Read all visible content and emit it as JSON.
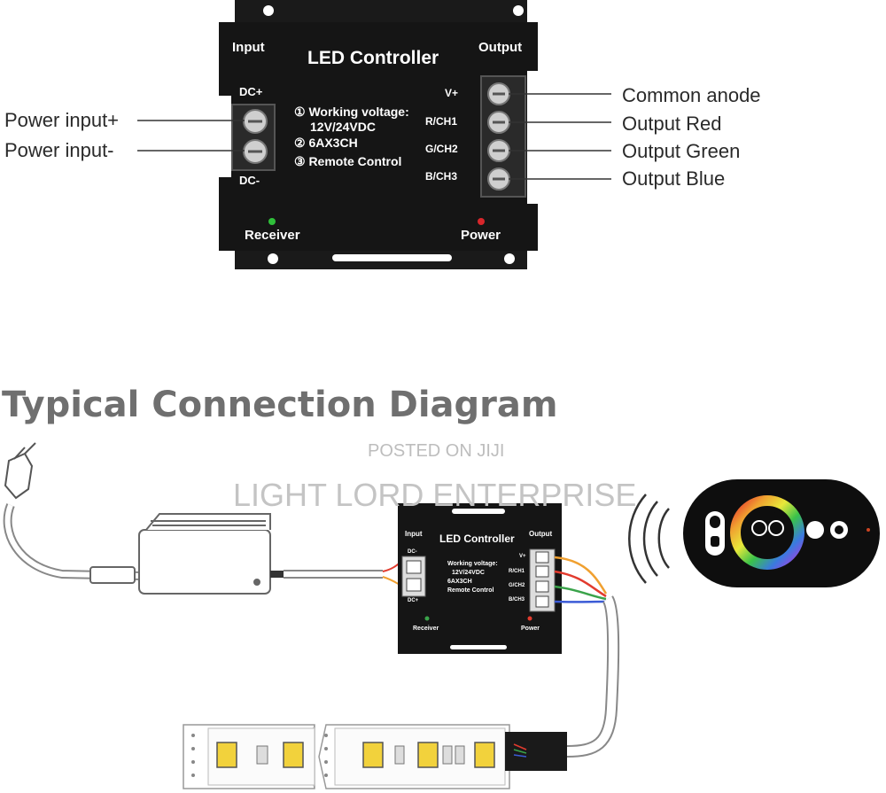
{
  "top_device": {
    "title": "LED Controller",
    "input_label": "Input",
    "output_label": "Output",
    "dc_plus": "DC+",
    "dc_minus": "DC-",
    "specs": [
      "① Working voltage:",
      "12V/24VDC",
      "② 6AX3CH",
      "③ Remote Control"
    ],
    "channels": [
      "V+",
      "R/CH1",
      "G/CH2",
      "B/CH3"
    ],
    "receiver_label": "Receiver",
    "power_label": "Power",
    "receiver_led_color": "#2fbf3a",
    "power_led_color": "#d8262b"
  },
  "callouts_left": [
    "Power input+",
    "Power input-"
  ],
  "callouts_right": [
    "Common anode",
    "Output Red",
    "Output Green",
    "Output Blue"
  ],
  "section_title": "Typical Connection Diagram",
  "watermarks": {
    "posted": "POSTED ON JIJI",
    "brand": "LIGHT LORD ENTERPRISE"
  },
  "small_device": {
    "title": "LED Controller",
    "input_label": "Input",
    "output_label": "Output",
    "dc_minus": "DC-",
    "dc_plus": "DC+",
    "specs": [
      "Working voltage:",
      "12V/24VDC",
      "6AX3CH",
      "Remote Control"
    ],
    "channels": [
      "V+",
      "R/CH1",
      "G/CH2",
      "B/CH3"
    ],
    "receiver_label": "Receiver",
    "power_label": "Power"
  },
  "colors": {
    "device_body": "#151515",
    "wire_red": "#e23b2e",
    "wire_green": "#3aa34a",
    "wire_blue": "#3b5bd6",
    "wire_orange": "#f0a030",
    "led_yellow": "#f2d23c"
  }
}
